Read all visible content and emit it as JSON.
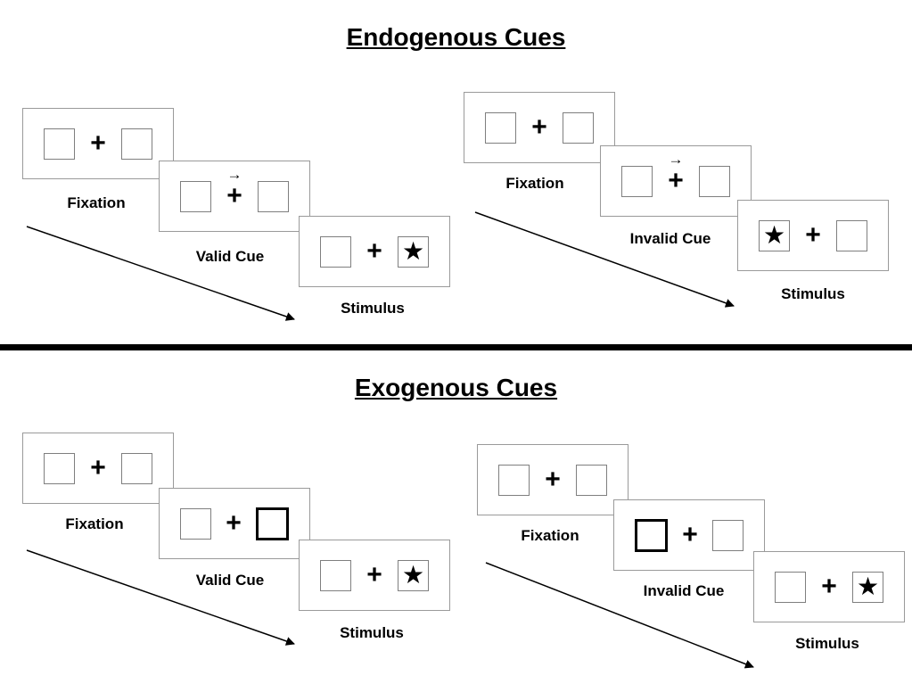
{
  "colors": {
    "background": "#ffffff",
    "panel_border": "#9a9a9a",
    "square_border": "#7f7f7f",
    "bold_square_border": "#000000",
    "text": "#000000",
    "divider": "#000000"
  },
  "icons": {
    "plus": "+",
    "star": "★",
    "arrow_right": "→"
  },
  "sections": [
    {
      "title": "Endogenous Cues",
      "sequences": [
        {
          "type": "valid",
          "panels": [
            {
              "label": "Fixation",
              "left_box": "empty",
              "center": "plus",
              "right_box": "empty"
            },
            {
              "label": "Valid Cue",
              "left_box": "empty",
              "center": "plus-with-right-arrow-above",
              "right_box": "empty"
            },
            {
              "label": "Stimulus",
              "left_box": "empty",
              "center": "plus",
              "right_box": "star"
            }
          ]
        },
        {
          "type": "invalid",
          "panels": [
            {
              "label": "Fixation",
              "left_box": "empty",
              "center": "plus",
              "right_box": "empty"
            },
            {
              "label": "Invalid Cue",
              "left_box": "empty",
              "center": "plus-with-right-arrow-above",
              "right_box": "empty"
            },
            {
              "label": "Stimulus",
              "left_box": "star",
              "center": "plus",
              "right_box": "empty"
            }
          ]
        }
      ]
    },
    {
      "title": "Exogenous Cues",
      "sequences": [
        {
          "type": "valid",
          "panels": [
            {
              "label": "Fixation",
              "left_box": "empty",
              "center": "plus",
              "right_box": "empty"
            },
            {
              "label": "Valid Cue",
              "left_box": "empty",
              "center": "plus",
              "right_box": "bold-outline"
            },
            {
              "label": "Stimulus",
              "left_box": "empty",
              "center": "plus",
              "right_box": "star"
            }
          ]
        },
        {
          "type": "invalid",
          "panels": [
            {
              "label": "Fixation",
              "left_box": "empty",
              "center": "plus",
              "right_box": "empty"
            },
            {
              "label": "Invalid Cue",
              "left_box": "bold-outline",
              "center": "plus",
              "right_box": "empty"
            },
            {
              "label": "Stimulus",
              "left_box": "empty",
              "center": "plus",
              "right_box": "star"
            }
          ]
        }
      ]
    }
  ]
}
